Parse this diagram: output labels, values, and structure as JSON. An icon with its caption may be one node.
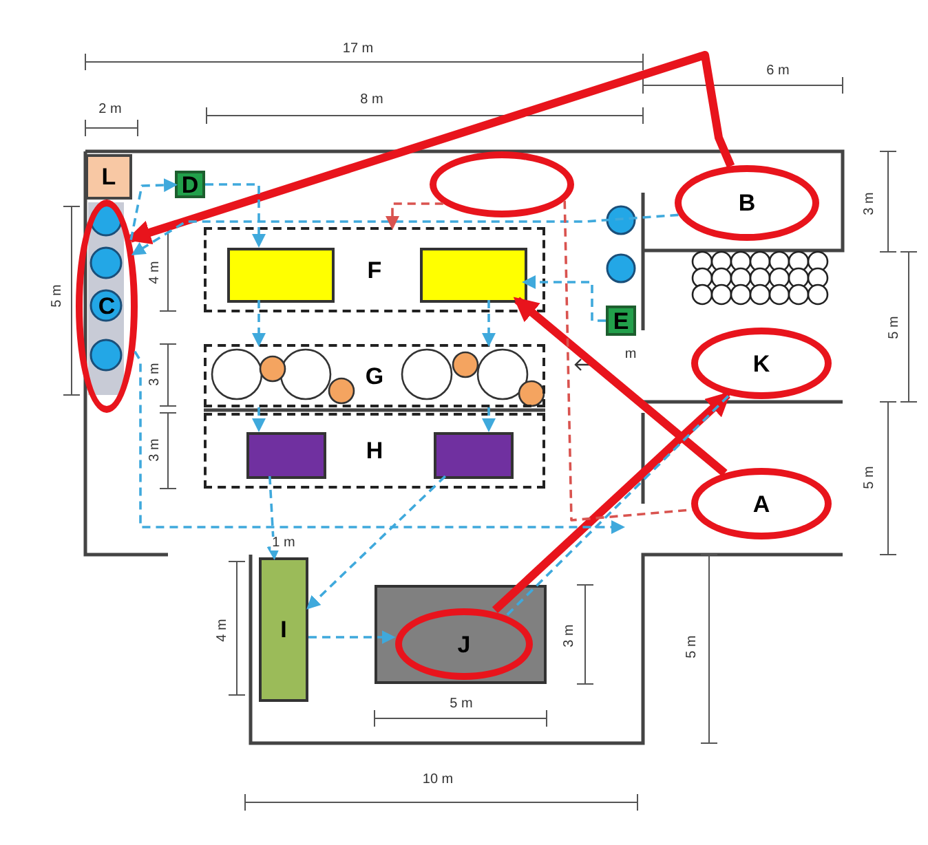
{
  "diagram": {
    "nodes": [
      {
        "text": [
          "L"
        ]
      },
      {
        "text": [
          "D"
        ]
      },
      {
        "text": [],
        "shape": "circle"
      },
      {
        "text": [
          "B"
        ]
      },
      {
        "text": [
          "C"
        ]
      },
      {
        "text": [
          "F"
        ]
      },
      {
        "text": [],
        "shape": "box",
        "in": 5
      },
      {
        "text": [],
        "shape": "box",
        "in": 5
      },
      {
        "text": [
          "E"
        ]
      },
      {
        "text": [
          "K"
        ]
      },
      {
        "text": [
          "G"
        ]
      },
      {
        "text": [
          "H"
        ]
      },
      {
        "text": [],
        "shape": "box",
        "in": 11
      },
      {
        "text": [],
        "shape": "box",
        "in": 11
      },
      {
        "text": [
          "A"
        ]
      },
      {
        "text": [
          "I"
        ]
      },
      {
        "text": [],
        "shape": "box"
      },
      {
        "text": [
          "J"
        ],
        "in": 16
      }
    ],
    "edges": [
      {
        "from": 3,
        "to": 4,
        "arrow": "to",
        "style": "thick",
        "color": "#e8141c"
      },
      {
        "from": 14,
        "to": 7,
        "arrow": "to",
        "style": "thick",
        "color": "#e8141c"
      },
      {
        "from": 17,
        "to": 9,
        "arrow": "to",
        "style": "thick",
        "color": "#e8141c"
      },
      {
        "from": 4,
        "to": 1,
        "arrow": "to",
        "style": "dashed"
      },
      {
        "from": 1,
        "to": 6,
        "arrow": "to",
        "style": "dashed"
      },
      {
        "from": 3,
        "to": 4,
        "arrow": "to",
        "style": "dashed"
      },
      {
        "from": 6,
        "to": 10,
        "arrow": "to",
        "style": "dashed"
      },
      {
        "from": 10,
        "to": 12,
        "arrow": "to",
        "style": "dashed"
      },
      {
        "from": 12,
        "to": 15,
        "arrow": "to",
        "style": "dashed"
      },
      {
        "from": 7,
        "to": 10,
        "arrow": "to",
        "style": "dashed"
      },
      {
        "from": 10,
        "to": 13,
        "arrow": "to",
        "style": "dashed"
      },
      {
        "from": 13,
        "to": 15,
        "arrow": "to",
        "style": "dashed"
      },
      {
        "from": 8,
        "to": 7,
        "arrow": "to",
        "style": "dashed"
      },
      {
        "from": 4,
        "to": null,
        "arrow": "to",
        "style": "dashed"
      },
      {
        "from": 15,
        "to": 17,
        "arrow": "to",
        "style": "dashed"
      },
      {
        "from": 17,
        "to": 9,
        "arrow": "none",
        "style": "dashed"
      },
      {
        "from": 2,
        "to": 5,
        "arrow": "to",
        "style": "dashed",
        "color": "#d9534f"
      },
      {
        "from": 2,
        "to": 14,
        "arrow": "none",
        "style": "dashed",
        "color": "#d9534f"
      }
    ],
    "labels": [
      "17 m",
      "6 m",
      "2 m",
      "8 m",
      "3 m",
      "5 m",
      "4 m",
      "5 m",
      "3 m",
      "m",
      "3 m",
      "5 m",
      "1 m",
      "4 m",
      "3 m",
      "5 m",
      "5 m",
      "10 m"
    ]
  }
}
